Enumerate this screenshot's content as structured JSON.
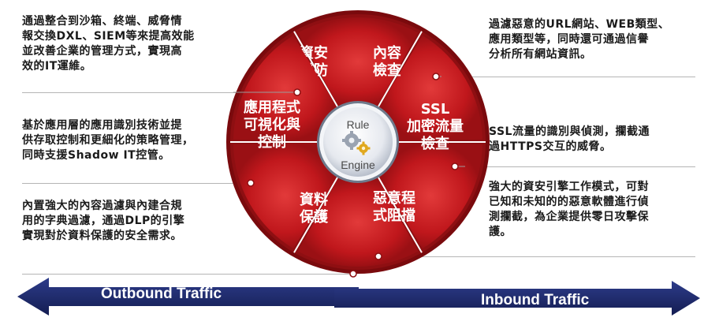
{
  "wheel": {
    "hub": {
      "top": "Rule",
      "bottom": "Engine"
    },
    "segments": [
      {
        "id": "joint-defense",
        "lines": [
          "資安",
          "聯防"
        ]
      },
      {
        "id": "content-inspection",
        "lines": [
          "內容",
          "檢查"
        ]
      },
      {
        "id": "ssl-inspection",
        "lines": [
          "SSL",
          "加密流量",
          "檢查"
        ]
      },
      {
        "id": "malware-block",
        "lines": [
          "惡意程",
          "式阻擋"
        ]
      },
      {
        "id": "data-protection",
        "lines": [
          "資料",
          "保護"
        ]
      },
      {
        "id": "app-visibility",
        "lines": [
          "應用程式",
          "可視化與",
          "控制"
        ]
      }
    ]
  },
  "left_descriptions": [
    {
      "id": "joint-defense",
      "lines": [
        "通過整合到沙箱、終端、威脅情",
        "報交換DXL、SIEM等來提高效能",
        "並改善企業的管理方式，實現高",
        "效的IT運維。"
      ]
    },
    {
      "id": "app-visibility",
      "lines": [
        "基於應用層的應用識別技術並提",
        "供存取控制和更細化的策略管理，",
        "同時支援Shadow IT控管。"
      ]
    },
    {
      "id": "data-protection",
      "lines": [
        "內置強大的內容過濾與內建合規",
        "用的字典過濾，通過DLP的引擎",
        "實現對於資料保護的安全需求。"
      ]
    }
  ],
  "right_descriptions": [
    {
      "id": "content-inspection",
      "lines": [
        "過濾惡意的URL網站、WEB類型、",
        "應用類型等，同時還可通過信譽",
        "分析所有網站資訊。"
      ]
    },
    {
      "id": "ssl-inspection",
      "lines": [
        "SSL流量的識別與偵測，攔截通",
        "過HTTPS交互的威脅。"
      ]
    },
    {
      "id": "malware-block",
      "lines": [
        "強大的資安引擎工作模式，可對",
        "已知和未知的的惡意軟體進行偵",
        "測攔截，為企業提供零日攻擊保",
        "護。"
      ]
    }
  ],
  "traffic": {
    "outbound": "Outbound Traffic",
    "inbound": "Inbound Traffic"
  },
  "colors": {
    "segment_red": "#c0171c",
    "segment_dark": "#8e0f12",
    "rim": "#7a0a0d",
    "navy": "#1e2a6e",
    "dot": "#ffffff"
  }
}
